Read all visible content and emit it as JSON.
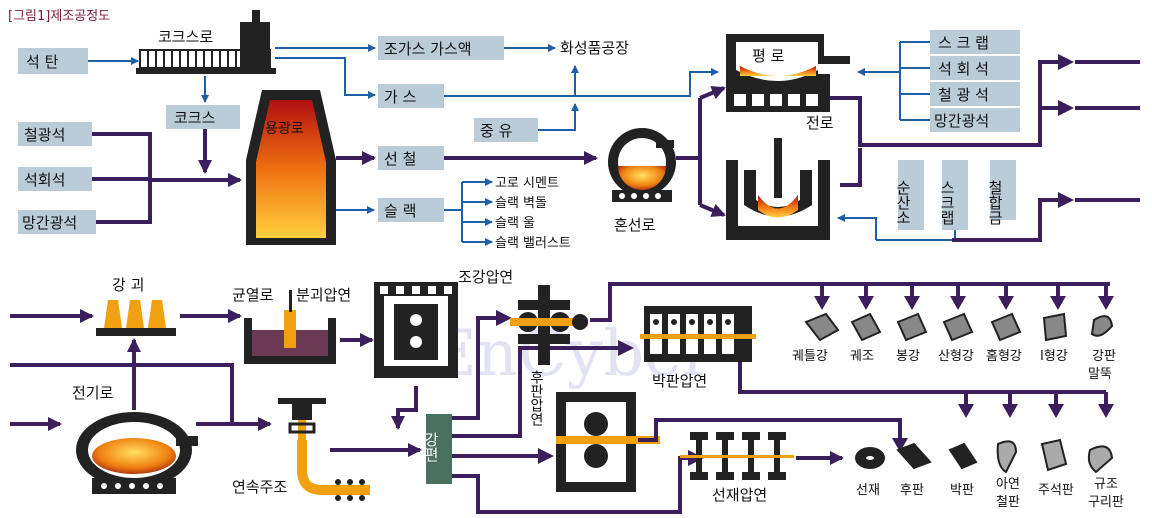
{
  "title": "[그림1]제조공정도",
  "watermark": "EnCyber",
  "nodes": {
    "coal": "석  탄",
    "coke_oven": "코크스로",
    "coke": "코크스",
    "iron_ore": "철광석",
    "limestone": "석회석",
    "manganese_ore": "망간광석",
    "blast_furnace": "용광로",
    "coke_gas": "조가스 가스액",
    "chem_plant": "화성품공장",
    "gas": "가  스",
    "heavy_oil": "중  유",
    "pig_iron": "선  철",
    "slag": "슬  랙",
    "slag_products": [
      "고로 시멘트",
      "슬랙 벽돌",
      "슬랙 울",
      "슬랙 밸러스트"
    ],
    "mixer": "혼선로",
    "open_hearth": "평  로",
    "open_hearth_inputs": [
      "스 크 랩",
      "석 회 석",
      "철 광 석",
      "망간광석"
    ],
    "converter": "전로",
    "converter_inputs": [
      "순산소",
      "스크랩",
      "철합금"
    ],
    "ingot": "강  괴",
    "electric_furnace": "전기로",
    "soaking_pit": "균열로",
    "blooming": "분괴압연",
    "continuous_casting": "연속주조",
    "billet": "강편",
    "section_rolling": "조강압연",
    "plate_rolling": "후판압연",
    "strip_rolling": "박판압연",
    "wire_rolling": "선재압연",
    "sections": [
      "궤틀강",
      "궤조",
      "봉강",
      "산형강",
      "홈형강",
      "I형강",
      "강판\n말뚝"
    ],
    "flat_products": [
      "선재",
      "후판",
      "박판",
      "아연\n철판",
      "주석판",
      "규조\n구리판"
    ]
  },
  "colors": {
    "box": "#b9ccd8",
    "arrow_blue": "#1f5fa8",
    "arrow_purple": "#3b1f5c",
    "molten": "#f08a10",
    "title": "#7a1a3a"
  }
}
